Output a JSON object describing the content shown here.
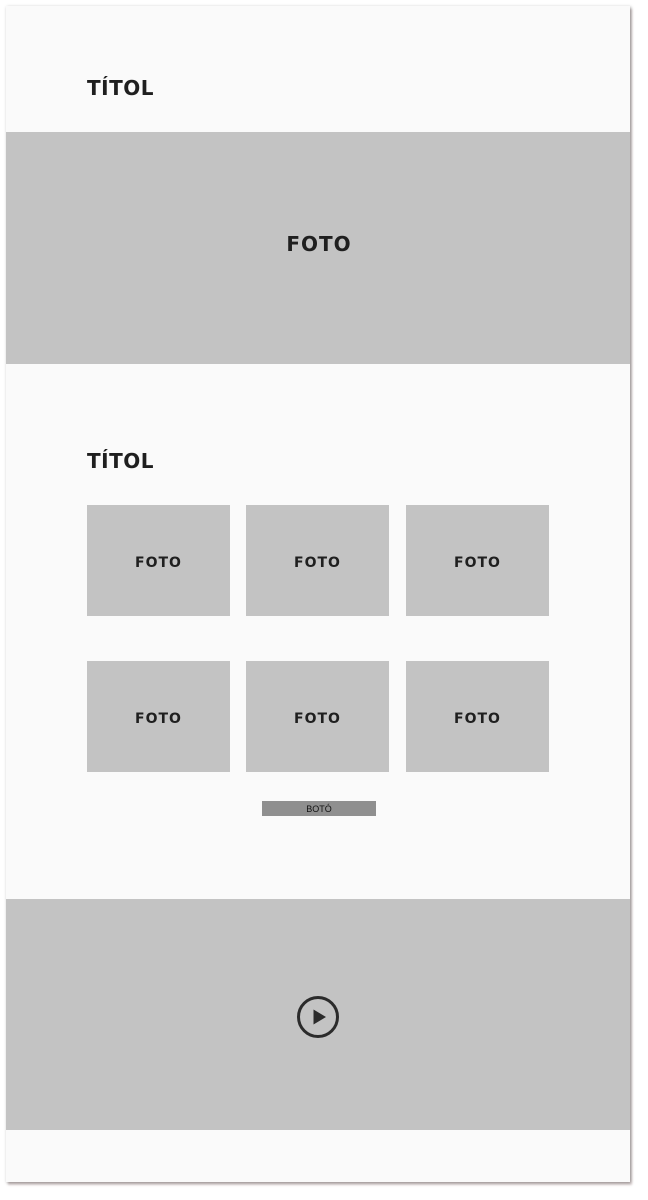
{
  "header": {
    "title": "TÍTOL"
  },
  "hero": {
    "label": "FOTO"
  },
  "gallery": {
    "title": "TÍTOL",
    "rows": [
      [
        "FOTO",
        "FOTO",
        "FOTO"
      ],
      [
        "FOTO",
        "FOTO",
        "FOTO"
      ]
    ],
    "button_label": "BOTÓ"
  },
  "video": {
    "play_icon": "play-circle-icon"
  },
  "colors": {
    "page_background": "#fafafa",
    "placeholder_fill": "#c3c3c3",
    "button_fill": "#8f8f8f",
    "text": "#1f1f1f"
  }
}
